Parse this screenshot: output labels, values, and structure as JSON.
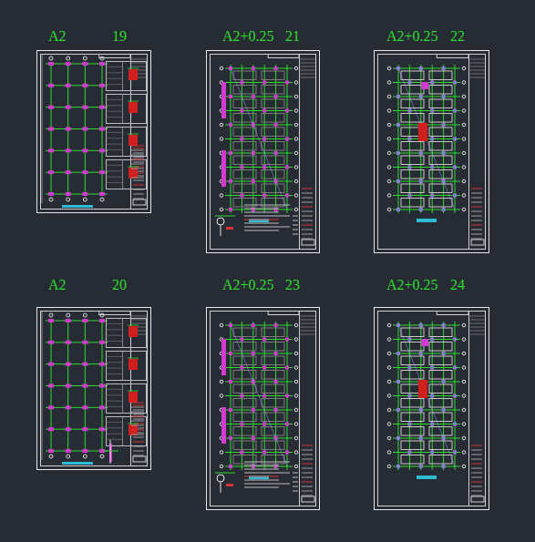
{
  "diagram": {
    "nodes": [
      {
        "text": [
          "A2",
          "19"
        ]
      },
      {
        "text": [
          "A2+0.25",
          "21"
        ]
      },
      {
        "text": [
          "A2+0.25",
          "22"
        ]
      },
      {
        "text": [
          "A2",
          "20"
        ]
      },
      {
        "text": [
          "A2+0.25",
          "23"
        ]
      },
      {
        "text": [
          "A2+0.25",
          "24"
        ]
      }
    ]
  }
}
